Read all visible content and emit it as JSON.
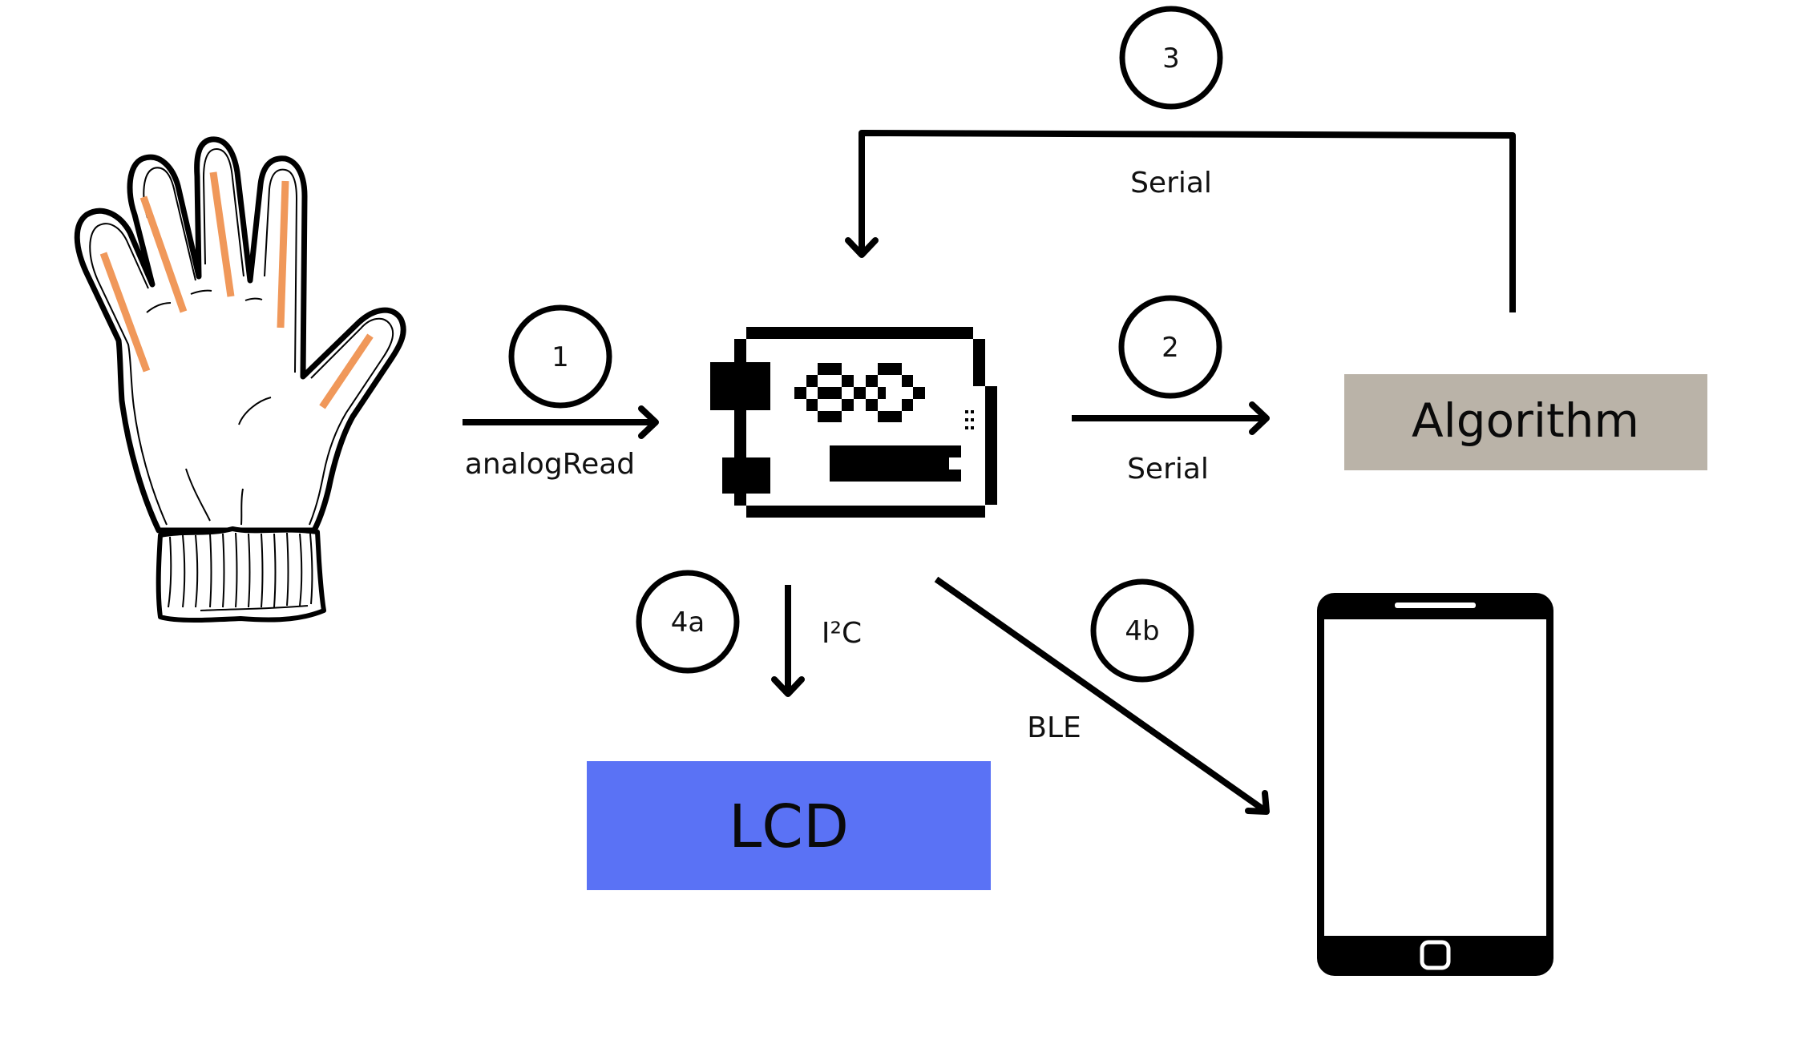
{
  "diagram": {
    "title": "Smart glove data flow",
    "colors": {
      "sensor_strip": "#F0985A",
      "algorithm_box": "#BAB3A8",
      "lcd_box": "#5A72F5",
      "stroke": "#000000",
      "background": "#FFFFFF"
    },
    "nodes": {
      "glove": {
        "label": "Glove with flex sensors",
        "sensor_count": 5
      },
      "arduino": {
        "label": "Arduino board"
      },
      "algorithm": {
        "label": "Algorithm"
      },
      "lcd": {
        "label": "LCD"
      },
      "phone": {
        "label": "Smartphone"
      }
    },
    "steps": [
      {
        "id": "1",
        "label": "1",
        "edge_label": "analogRead",
        "from": "glove",
        "to": "arduino"
      },
      {
        "id": "2",
        "label": "2",
        "edge_label": "Serial",
        "from": "arduino",
        "to": "algorithm"
      },
      {
        "id": "3",
        "label": "3",
        "edge_label": "Serial",
        "from": "algorithm",
        "to": "arduino"
      },
      {
        "id": "4a",
        "label": "4a",
        "edge_label": "I²C",
        "from": "arduino",
        "to": "lcd"
      },
      {
        "id": "4b",
        "label": "4b",
        "edge_label": "BLE",
        "from": "arduino",
        "to": "phone"
      }
    ]
  }
}
